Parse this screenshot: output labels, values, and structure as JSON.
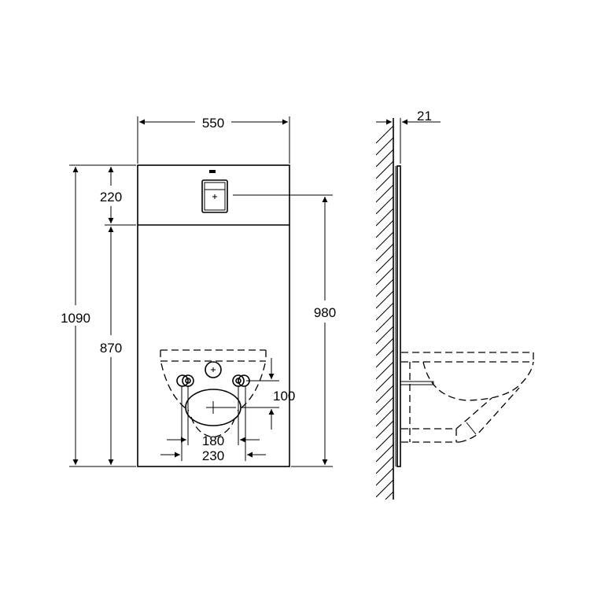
{
  "drawing": {
    "front_view": {
      "dimensions": {
        "width": "550",
        "total_height": "1090",
        "top_section": "220",
        "lower_section": "870",
        "flush_height": "980",
        "inlet_offset": "100",
        "bolt_spacing_inner": "180",
        "bolt_spacing_outer": "230"
      }
    },
    "side_view": {
      "dimensions": {
        "panel_thickness": "21"
      }
    }
  }
}
